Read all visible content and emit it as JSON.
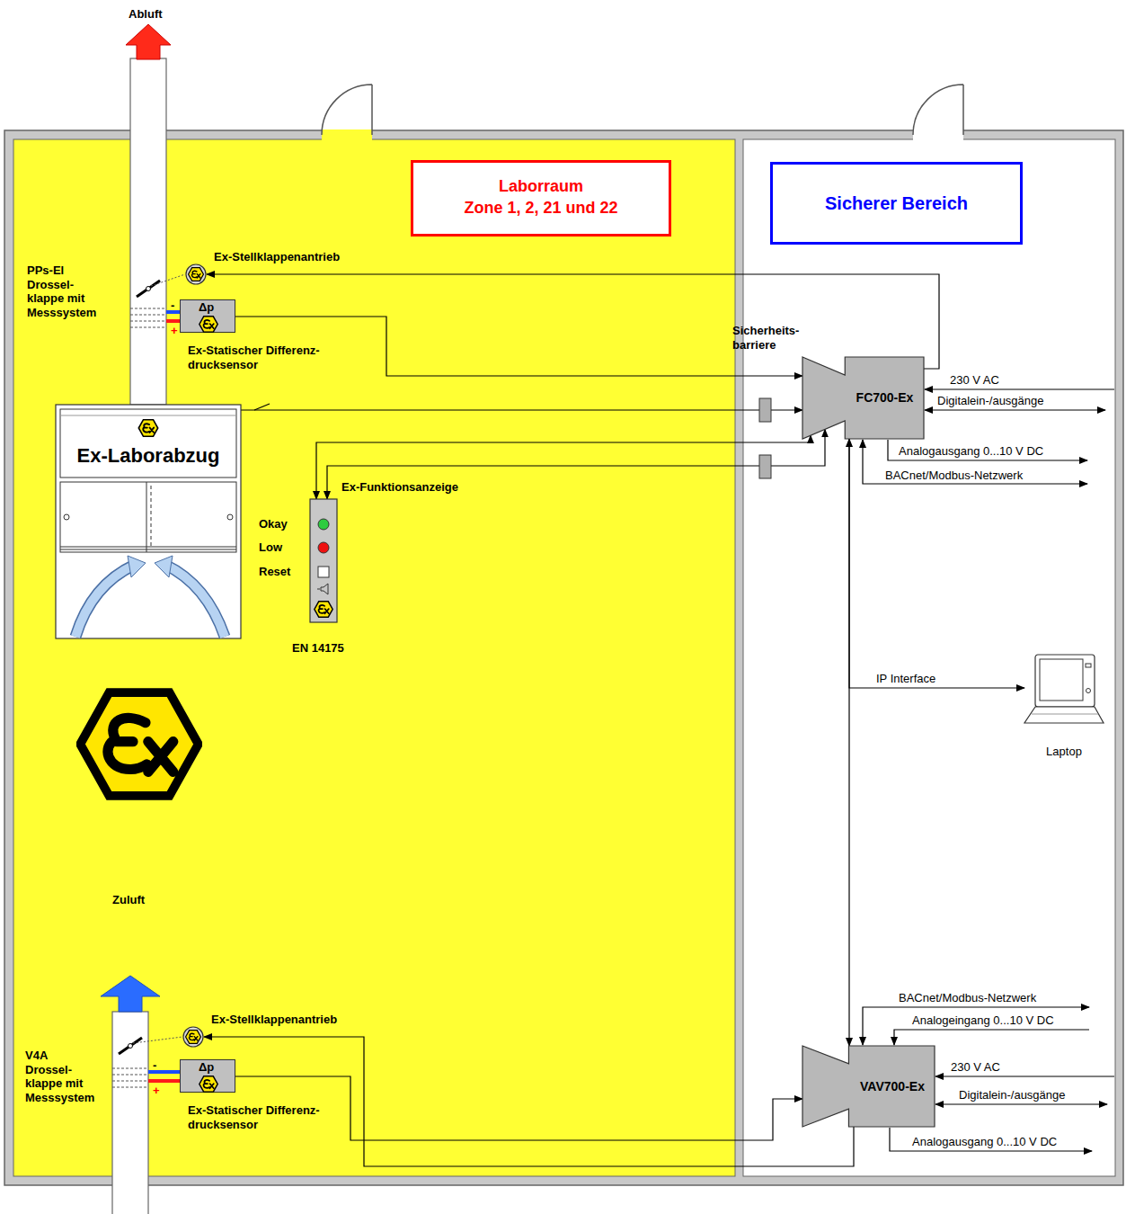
{
  "diagram": {
    "nodes": [
      {
        "text": [
          "Laborraum",
          "Zone 1, 2, 21 und 22"
        ]
      },
      {
        "text": [
          "Sicherer Bereich"
        ]
      },
      {
        "text": [
          "Ex-Stellklappenantrieb"
        ]
      },
      {
        "text": [
          "Δp",
          "Ex-Statischer Differenz- drucksensor"
        ]
      },
      {
        "text": [
          "Ex-Laborabzug"
        ]
      },
      {
        "text": [
          "FC700-Ex"
        ]
      },
      {
        "text": [
          "Ex-Funktionsanzeige",
          "Okay",
          "Low",
          "Reset",
          "EN 14175"
        ]
      },
      {
        "text": [
          "Laptop"
        ]
      },
      {
        "text": [
          "Ex-Stellklappenantrieb"
        ]
      },
      {
        "text": [
          "Δp",
          "Ex-Statischer Differenz- drucksensor"
        ]
      },
      {
        "text": [
          "VAV700-Ex"
        ]
      }
    ],
    "edges": [
      {
        "from": 5,
        "to": 2,
        "arrow": "to"
      },
      {
        "from": 3,
        "to": 5,
        "arrow": "to"
      },
      {
        "from": 4,
        "to": 5,
        "arrow": "to"
      },
      {
        "from": 5,
        "to": 6,
        "arrow": "both"
      },
      {
        "from": 5,
        "to": 6,
        "arrow": "both"
      },
      {
        "from": 5,
        "to": 10,
        "arrow": "both"
      },
      {
        "from": 10,
        "to": 8,
        "arrow": "to"
      },
      {
        "from": 9,
        "to": 10,
        "arrow": "to"
      },
      {
        "from": 5,
        "to": 7,
        "label": "IP Interface",
        "arrow": "to"
      }
    ],
    "labels": [
      "Abluft",
      "PPs-El Drossel- klappe mit Messsystem",
      "-",
      "+",
      "Sicherheits- barriere",
      "230 V AC",
      "Digitalein-/ausgänge",
      "Analogausgang 0...10 V DC",
      "BACnet/Modbus-Netzwerk",
      "Zuluft",
      "V4A Drossel- klappe mit Messsystem",
      "-",
      "+",
      "BACnet/Modbus-Netzwerk",
      "Analogeingang 0...10 V DC",
      "230 V AC",
      "Digitalein-/ausgänge",
      "Analogausgang 0...10 V DC"
    ]
  }
}
